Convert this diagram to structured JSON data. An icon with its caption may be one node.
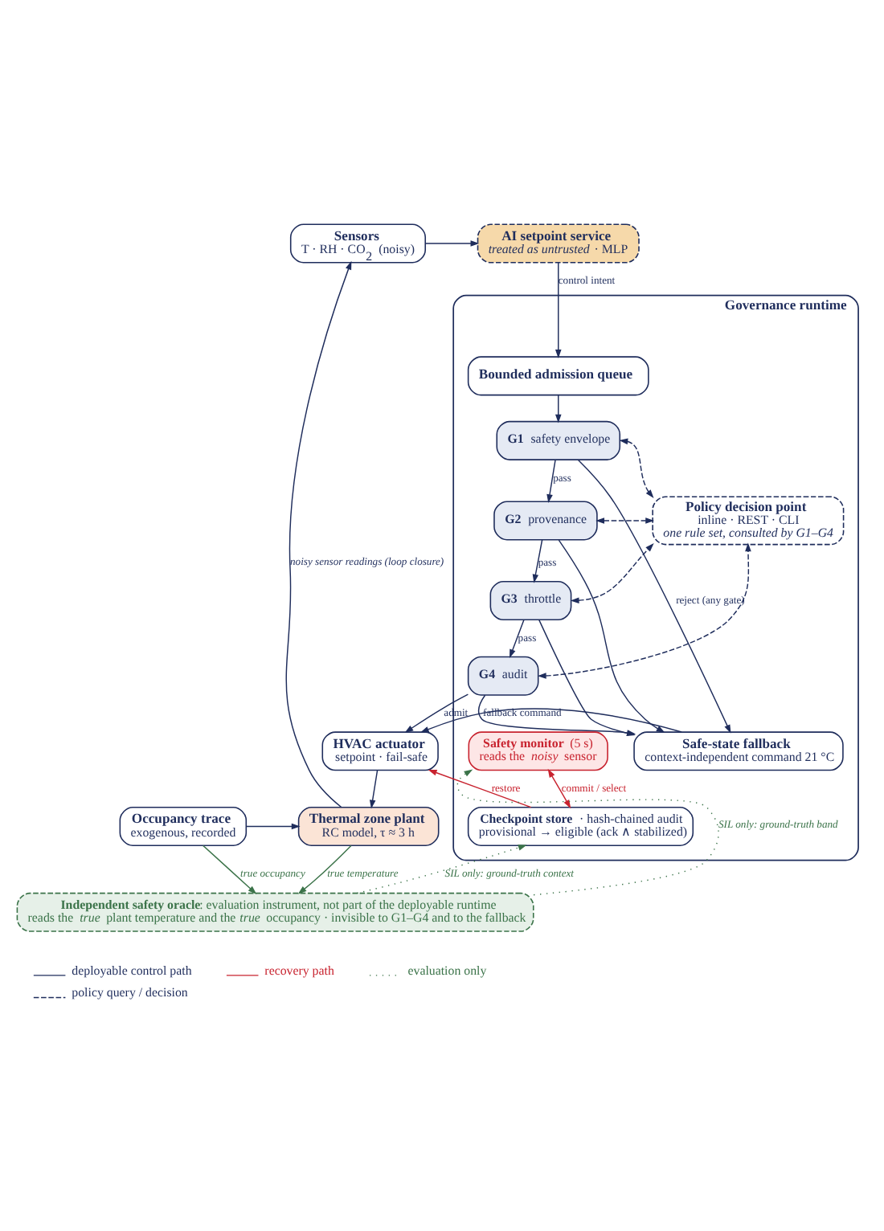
{
  "diagram": {
    "nodes": [
      {
        "text": [
          "Sensors",
          "T · RH · CO$_{2}$ (noisy)"
        ]
      },
      {
        "text": [
          "AI setpoint service",
          "*treated as untrusted* · MLP"
        ]
      },
      {
        "text": [
          "Governance runtime"
        ]
      },
      {
        "text": [
          "Bounded admission queue"
        ],
        "in": 2
      },
      {
        "text": [
          "**G1** safety envelope"
        ],
        "in": 2
      },
      {
        "text": [
          "**G2** provenance"
        ],
        "in": 2
      },
      {
        "text": [
          "**G3** throttle"
        ],
        "in": 2
      },
      {
        "text": [
          "**G4** audit"
        ],
        "in": 2
      },
      {
        "text": [
          "Policy decision point",
          "inline · REST · CLI",
          "one rule set, consulted by G1–G4"
        ],
        "in": 2
      },
      {
        "text": [
          "Safe-state fallback",
          "context-independent command 21 °C"
        ],
        "in": 2
      },
      {
        "text": [
          "**Safety monitor** (5 s)",
          "reads the *noisy* sensor"
        ],
        "in": 2
      },
      {
        "text": [
          "**Checkpoint store** · hash-chained audit",
          "provisional → eligible (ack ∧ stabilized)"
        ],
        "in": 2
      },
      {
        "text": [
          "HVAC actuator",
          "setpoint · fail-safe"
        ]
      },
      {
        "text": [
          "Occupancy trace",
          "exogenous, recorded"
        ]
      },
      {
        "text": [
          "Thermal zone plant",
          "RC model, τ ≈ 3 h"
        ]
      },
      {
        "text": [
          "**Independent safety oracle**: evaluation instrument, not part of the deployable runtime",
          "reads the *true* plant temperature and the *true* occupancy · invisible to G1–G4 and to the fallback"
        ]
      }
    ],
    "edges": [
      {
        "from": 14,
        "to": 0,
        "arrow": "to",
        "label": "noisy sensor readings (loop closure)"
      },
      {
        "from": 0,
        "to": 1,
        "arrow": "to"
      },
      {
        "from": 1,
        "to": 3,
        "arrow": "to",
        "label": "control intent"
      },
      {
        "from": 3,
        "to": 4,
        "arrow": "to"
      },
      {
        "from": 4,
        "to": 5,
        "arrow": "to",
        "label": "pass"
      },
      {
        "from": 5,
        "to": 6,
        "arrow": "to",
        "label": "pass"
      },
      {
        "from": 6,
        "to": 7,
        "arrow": "to",
        "label": "pass"
      },
      {
        "from": 4,
        "to": 9,
        "arrow": "to",
        "label": "reject (any gate)"
      },
      {
        "from": 5,
        "to": 9,
        "arrow": "to"
      },
      {
        "from": 6,
        "to": 9,
        "arrow": "to"
      },
      {
        "from": 7,
        "to": 9,
        "arrow": "to"
      },
      {
        "from": 4,
        "to": 8,
        "arrow": "both",
        "style": "dashed"
      },
      {
        "from": 5,
        "to": 8,
        "arrow": "both",
        "style": "dashed"
      },
      {
        "from": 6,
        "to": 8,
        "arrow": "both",
        "style": "dashed"
      },
      {
        "from": 7,
        "to": 8,
        "arrow": "both",
        "style": "dashed"
      },
      {
        "from": 7,
        "to": 12,
        "arrow": "to",
        "label": "admit"
      },
      {
        "from": 10,
        "to": 11,
        "arrow": "both",
        "label": "commit / select",
        "color": "#c8232f"
      },
      {
        "from": 11,
        "to": 12,
        "arrow": "to",
        "label": "restore",
        "color": "#c8232f"
      },
      {
        "from": 9,
        "to": 12,
        "arrow": "to",
        "label": "fallback command"
      },
      {
        "from": 12,
        "to": 14,
        "arrow": "to"
      },
      {
        "from": 13,
        "to": 14,
        "arrow": "to"
      },
      {
        "from": 13,
        "to": 15,
        "arrow": "to",
        "label": "true occupancy",
        "color": "#3b7349"
      },
      {
        "from": 14,
        "to": 15,
        "arrow": "to",
        "label": "true temperature",
        "color": "#3b7349"
      },
      {
        "from": 15,
        "to": 11,
        "arrow": "to",
        "label": "SIL only: ground-truth context",
        "style": "dashed",
        "color": "#3b7349"
      },
      {
        "from": 15,
        "to": 10,
        "arrow": "to",
        "label": "SIL only: ground-truth band",
        "style": "dashed",
        "color": "#3b7349"
      }
    ],
    "legend": [
      {
        "text": "deployable control path"
      },
      {
        "text": "recovery path"
      },
      {
        "text": "evaluation only"
      },
      {
        "text": "policy query / decision"
      }
    ]
  }
}
